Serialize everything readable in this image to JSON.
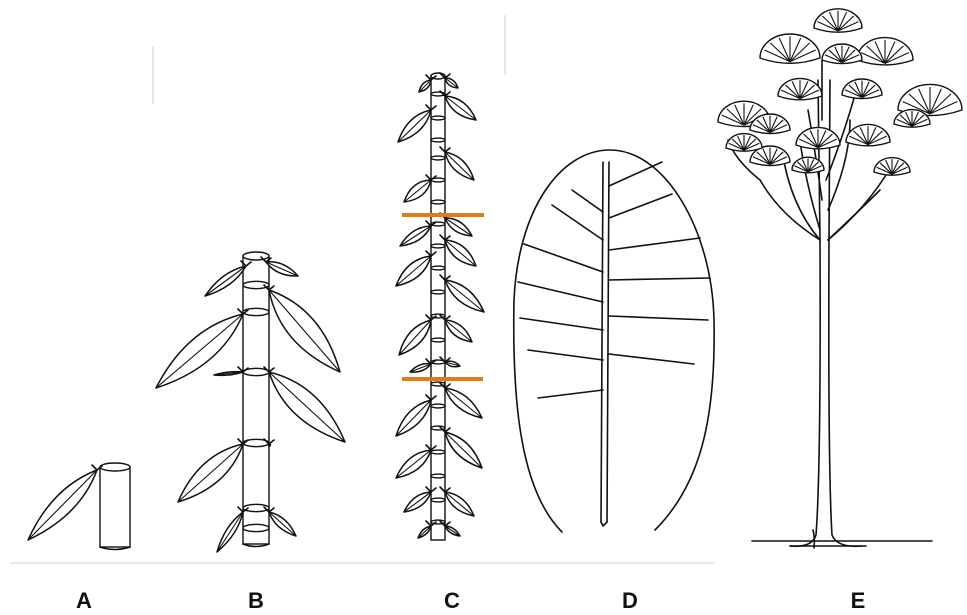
{
  "figure": {
    "panels": [
      {
        "id": "A",
        "label": "A"
      },
      {
        "id": "B",
        "label": "B"
      },
      {
        "id": "C",
        "label": "C"
      },
      {
        "id": "D",
        "label": "D"
      },
      {
        "id": "E",
        "label": "E"
      }
    ]
  },
  "colors": {
    "ink": "#111111",
    "cut_line": "#e07b1a",
    "background": "#ffffff"
  }
}
